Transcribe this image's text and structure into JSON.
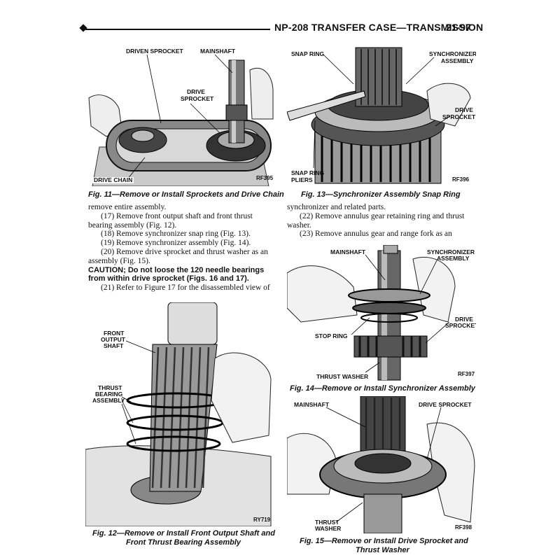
{
  "header": {
    "title": "NP-208 TRANSFER CASE—TRANSMISSION",
    "page": "21-97"
  },
  "figures": {
    "fig11": {
      "labels": {
        "driven_sprocket": "DRIVEN SPROCKET",
        "mainshaft": "MAINSHAFT",
        "drive_sprocket_1": "DRIVE",
        "drive_sprocket_2": "SPROCKET",
        "drive_chain": "DRIVE CHAIN"
      },
      "code": "RF395",
      "caption": "Fig. 11—Remove or Install Sprockets and Drive Chain"
    },
    "fig12": {
      "labels": {
        "front_1": "FRONT",
        "front_2": "OUTPUT",
        "front_3": "SHAFT",
        "thrust_1": "THRUST",
        "thrust_2": "BEARING",
        "thrust_3": "ASSEMBLY"
      },
      "code": "RY719",
      "caption_1": "Fig. 12—Remove or Install Front Output Shaft and",
      "caption_2": "Front Thrust Bearing Assembly"
    },
    "fig13": {
      "labels": {
        "snap_ring": "SNAP RING",
        "sync_1": "SYNCHRONIZER",
        "sync_2": "ASSEMBLY",
        "drive_1": "DRIVE",
        "drive_2": "SPROCKET",
        "pliers_1": "SNAP RING",
        "pliers_2": "PLIERS"
      },
      "code": "RF396",
      "caption": "Fig. 13—Synchronizer Assembly Snap Ring"
    },
    "fig14": {
      "labels": {
        "mainshaft": "MAINSHAFT",
        "sync_1": "SYNCHRONIZER",
        "sync_2": "ASSEMBLY",
        "drive_1": "DRIVE",
        "drive_2": "SPROCKET",
        "stop_ring": "STOP RING",
        "thrust_washer": "THRUST WASHER"
      },
      "code": "RF397",
      "caption": "Fig. 14—Remove or Install Synchronizer Assembly"
    },
    "fig15": {
      "labels": {
        "mainshaft": "MAINSHAFT",
        "drive_sprocket": "DRIVE SPROCKET",
        "thrust_1": "THRUST",
        "thrust_2": "WASHER"
      },
      "code": "RF398",
      "caption_1": "Fig. 15—Remove or Install Drive Sprocket and",
      "caption_2": "Thrust Washer"
    }
  },
  "left_text": {
    "l1": "remove entire assembly.",
    "l2": "(17) Remove front output shaft and front thrust",
    "l3": "bearing assembly (Fig. 12).",
    "l4": "(18) Remove synchronizer snap ring (Fig. 13).",
    "l5": "(19) Remove synchronizer assembly (Fig. 14).",
    "l6": "(20) Remove drive sprocket and thrust washer as an",
    "l7": "assembly (Fig. 15).",
    "c1": "CAUTION; Do not loose the 120 needle bearings",
    "c2": "from within drive sprocket (Figs. 16 and 17).",
    "l8": "(21) Refer to Figure 17 for the disassembled view of"
  },
  "right_text": {
    "r1": "synchronizer and related parts.",
    "r2": "(22) Remove annulus gear retaining ring and thrust",
    "r3": "washer.",
    "r4": "(23) Remove annulus gear and range fork as an"
  }
}
